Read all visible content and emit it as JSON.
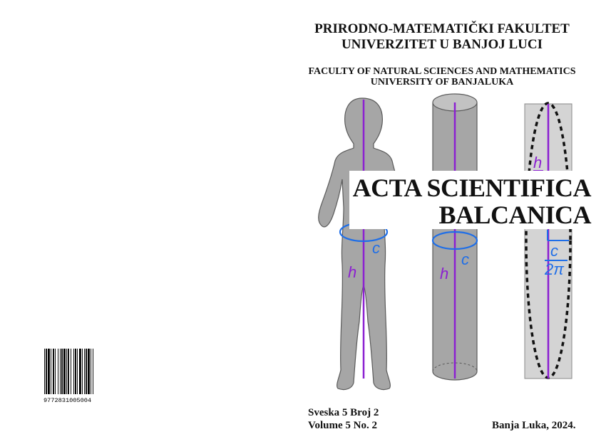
{
  "header": {
    "local_line1": "PRIRODNO-MATEMATIČKI FAKULTET",
    "local_line2": "UNIVERZITET U BANJOJ LUCI",
    "en_line1": "FACULTY OF NATURAL SCIENCES AND MATHEMATICS",
    "en_line2": "UNIVERSITY OF BANJALUKA"
  },
  "title": {
    "line1": "ACTA SCIENTIFICA",
    "line2": "BALCANICA"
  },
  "illustration": {
    "labels": {
      "h": "h",
      "c": "c",
      "fraction_num": "c",
      "fraction_den": "2π"
    },
    "colors": {
      "gray": "#a6a6a6",
      "light_gray": "#d4d4d4",
      "purple": "#8b1fd1",
      "blue": "#1e6ee8",
      "outline": "#5a5a5a"
    }
  },
  "issue": {
    "local": "Sveska 5 Broj 2",
    "en": "Volume 5 No. 2"
  },
  "place_date": "Banja Luka,  2024.",
  "barcode": {
    "digits": "9772831005004"
  }
}
